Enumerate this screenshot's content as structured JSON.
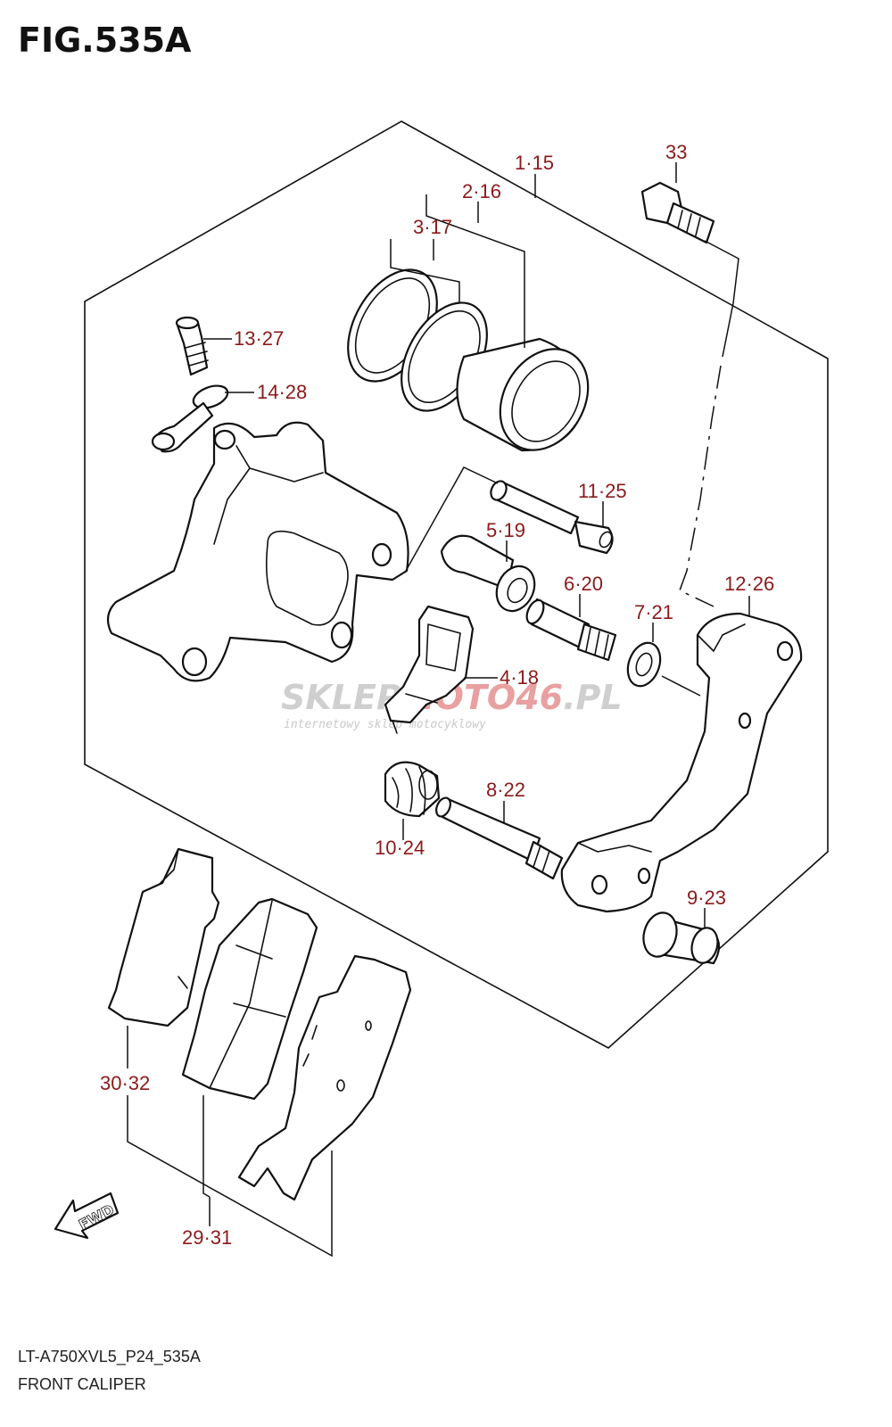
{
  "figure": {
    "title": "FIG.535A",
    "model_code": "LT-A750XVL5_P24_535A",
    "section_name": "FRONT CALIPER",
    "fwd_label": "FWD"
  },
  "watermark": {
    "brand_part1": "SKLEP",
    "brand_part2": "MOTO",
    "brand_part3": "46",
    "brand_part4": ".PL",
    "tagline": "internetowy sklep motocyklowy"
  },
  "colors": {
    "callout_text": "#8b1a1a",
    "line": "#111111",
    "watermark_grey": "#cfcfcf",
    "watermark_accent": "#e8a0a0"
  },
  "callouts": [
    {
      "id": "c-1-15",
      "label": "1·15"
    },
    {
      "id": "c-2-16",
      "label": "2·16"
    },
    {
      "id": "c-3-17",
      "label": "3·17"
    },
    {
      "id": "c-33",
      "label": "33"
    },
    {
      "id": "c-13-27",
      "label": "13·27"
    },
    {
      "id": "c-14-28",
      "label": "14·28"
    },
    {
      "id": "c-11-25",
      "label": "11·25"
    },
    {
      "id": "c-5-19",
      "label": "5·19"
    },
    {
      "id": "c-6-20",
      "label": "6·20"
    },
    {
      "id": "c-12-26",
      "label": "12·26"
    },
    {
      "id": "c-7-21",
      "label": "7·21"
    },
    {
      "id": "c-4-18",
      "label": "4·18"
    },
    {
      "id": "c-8-22",
      "label": "8·22"
    },
    {
      "id": "c-10-24",
      "label": "10·24"
    },
    {
      "id": "c-9-23",
      "label": "9·23"
    },
    {
      "id": "c-30-32",
      "label": "30·32"
    },
    {
      "id": "c-29-31",
      "label": "29·31"
    }
  ]
}
